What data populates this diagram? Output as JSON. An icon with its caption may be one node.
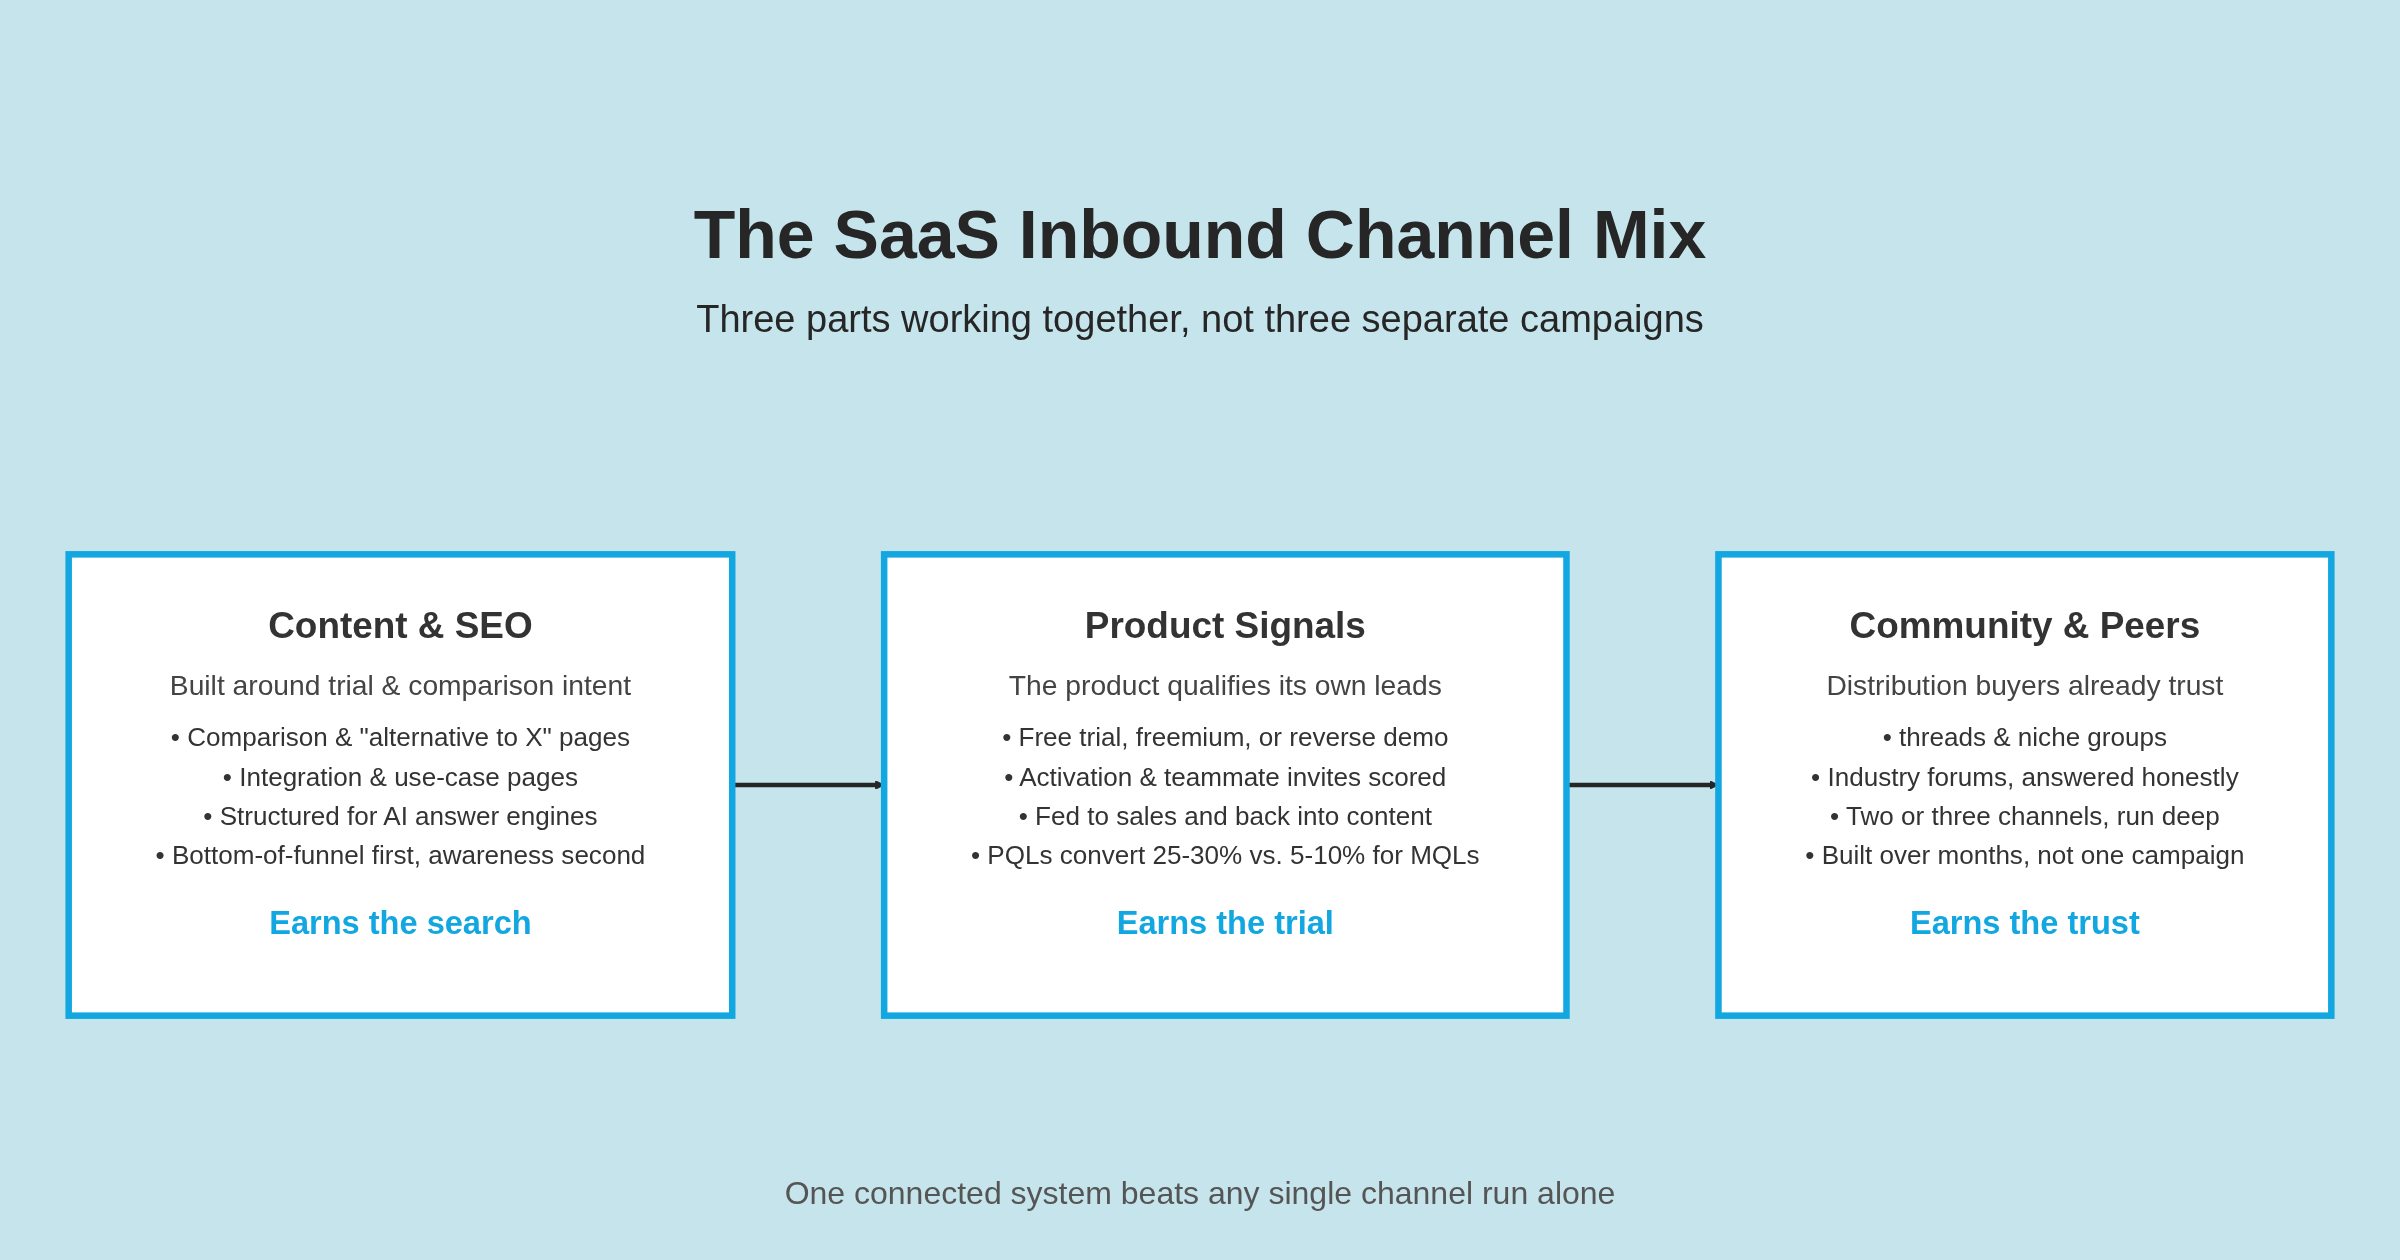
{
  "diagram": {
    "title": "The SaaS Inbound Channel Mix",
    "caption": "One connected system beats any single channel run alone",
    "labels": [
      "Three parts working together, not three separate campaigns"
    ],
    "nodes": [
      {
        "text": [
          "Content & SEO",
          "Built around trial & comparison intent",
          "• Comparison & \"alternative to X\" pages",
          "• Integration & use-case pages",
          "• Structured for AI answer engines",
          "• Bottom-of-funnel first, awareness second",
          "Earns the search"
        ]
      },
      {
        "text": [
          "Product Signals",
          "The product qualifies its own leads",
          "• Free trial, freemium, or reverse demo",
          "• Activation & teammate invites scored",
          "• Fed to sales and back into content",
          "• PQLs convert 25-30% vs. 5-10% for MQLs",
          "Earns the trial"
        ]
      },
      {
        "text": [
          "Community & Peers",
          "Distribution buyers already trust",
          "• threads & niche groups",
          "• Industry forums, answered honestly",
          "• Two or three channels, run deep",
          "• Built over months, not one campaign",
          "Earns the trust"
        ]
      }
    ],
    "edges": [
      {
        "from": 0,
        "to": 1,
        "arrow": "to"
      },
      {
        "from": 1,
        "to": 2,
        "arrow": "to"
      }
    ]
  }
}
